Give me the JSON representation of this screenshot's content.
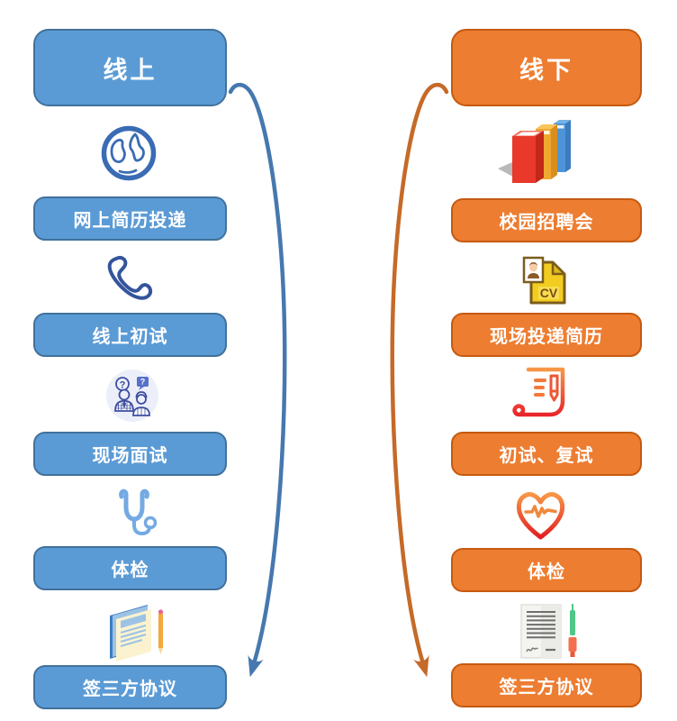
{
  "diagram_title": "campus-recruitment-online-offline-flow",
  "columns": [
    {
      "id": "online",
      "header": "线上",
      "steps": [
        {
          "icon": "globe-icon",
          "label": "网上简历投递"
        },
        {
          "icon": "phone-icon",
          "label": "线上初试"
        },
        {
          "icon": "interview-people-icon",
          "label": "现场面试"
        },
        {
          "icon": "stethoscope-icon",
          "label": "体检"
        },
        {
          "icon": "notebook-pencil-icon",
          "label": "签三方协议"
        }
      ],
      "colors": {
        "fill": "#5B9BD5",
        "border": "#41719C",
        "arrow": "#4678AF"
      }
    },
    {
      "id": "offline",
      "header": "线下",
      "steps": [
        {
          "icon": "books-icon",
          "label": "校园招聘会"
        },
        {
          "icon": "cv-document-icon",
          "label": "现场投递简历"
        },
        {
          "icon": "scroll-pen-icon",
          "label": "初试、复试"
        },
        {
          "icon": "heart-ecg-icon",
          "label": "体检"
        },
        {
          "icon": "contract-pen-icon",
          "label": "签三方协议"
        }
      ],
      "colors": {
        "fill": "#ED7D31",
        "border": "#C55A11",
        "arrow": "#C56A28"
      }
    }
  ],
  "icons": {
    "cv_label": "CV",
    "question_mark": "?",
    "bubble_question": "?"
  }
}
